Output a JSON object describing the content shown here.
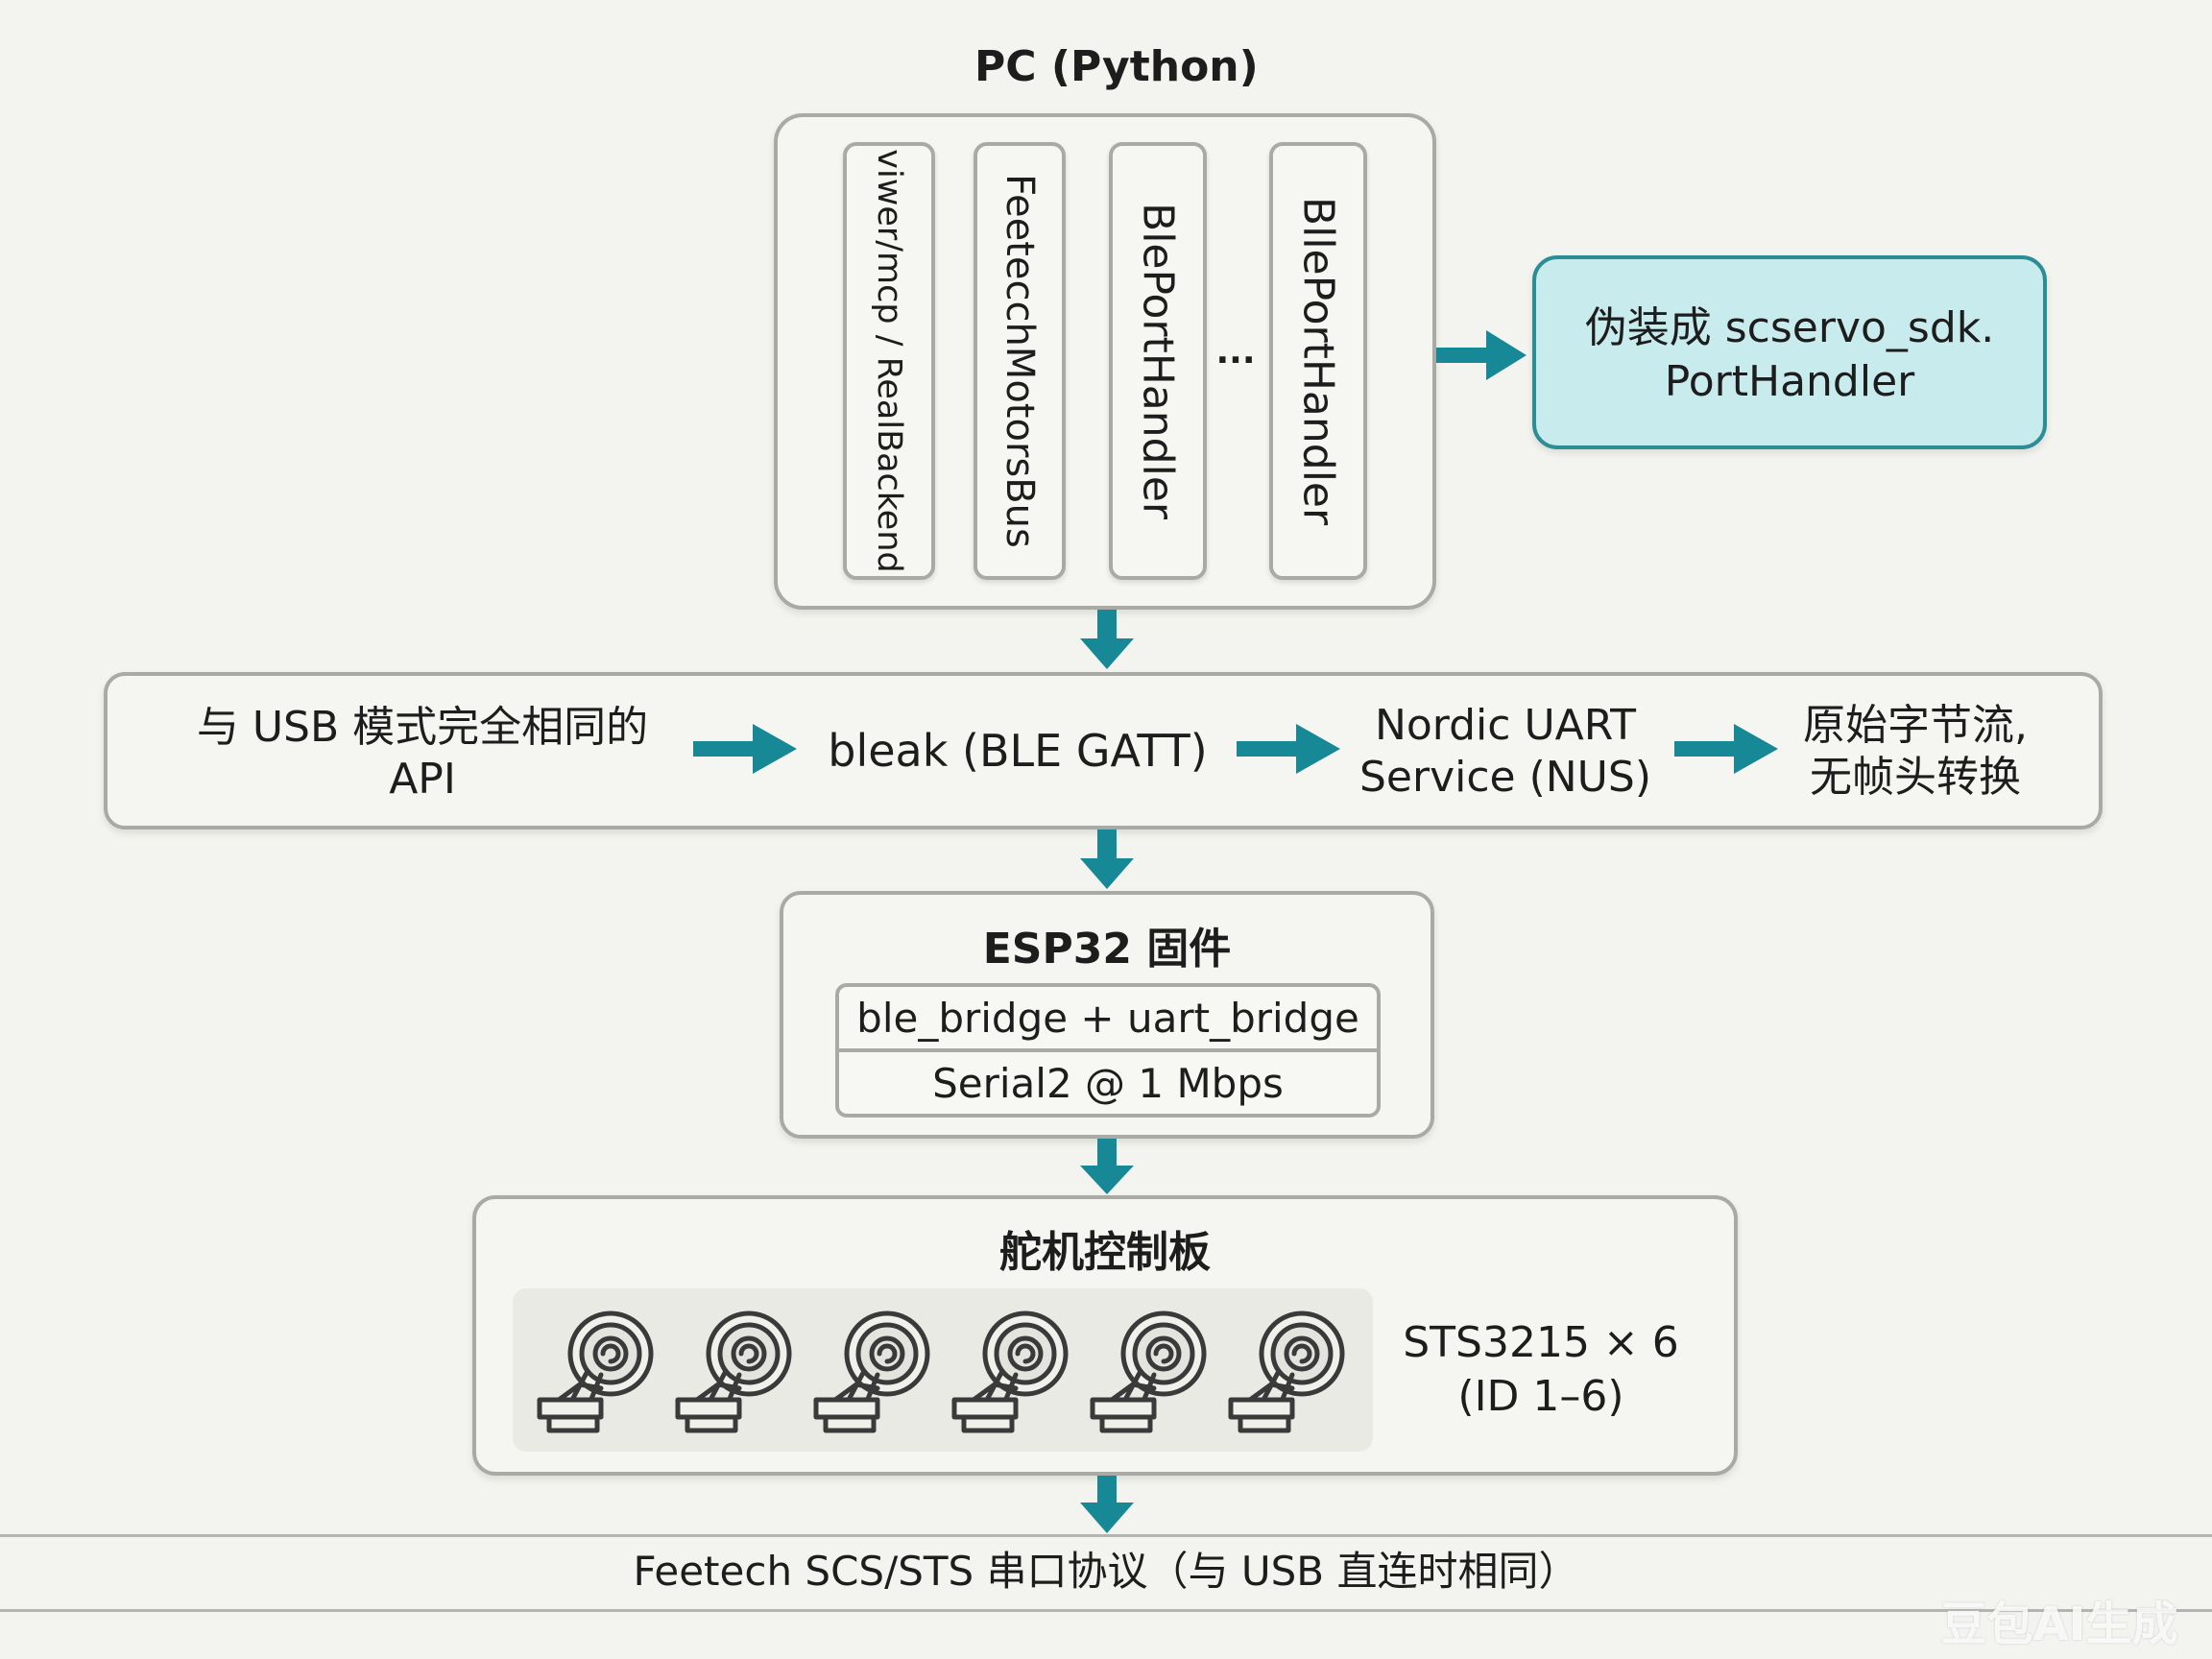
{
  "pc": {
    "title": "PC (Python)",
    "columns": [
      "viwer/mcp / RealBackend",
      "FeetecchMotorsBus",
      "BlePortHandler",
      "BllePortHandler"
    ],
    "ellipsis": "...",
    "adapter_line1": "伪装成 scservo_sdk.",
    "adapter_line2": "PortHandler"
  },
  "pipeline": {
    "step1_line1": "与 USB 模式完全相同的",
    "step1_line2": "API",
    "step2": "bleak (BLE GATT)",
    "step3_line1": "Nordic UART",
    "step3_line2": "Service (NUS)",
    "step4_line1": "原始字节流,",
    "step4_line2": "无帧头转换"
  },
  "esp32": {
    "title": "ESP32 固件",
    "row1": "ble_bridge + uart_bridge",
    "row2": "Serial2 @ 1 Mbps"
  },
  "servo_board": {
    "title": "舵机控制板",
    "servo_count": 6,
    "label_line1": "STS3215 × 6",
    "label_line2": "(ID 1–6)"
  },
  "footer": {
    "protocol": "Feetech SCS/STS 串口协议（与 USB 直连时相同）",
    "watermark": "豆包AI生成"
  },
  "colors": {
    "arrow": "#178896",
    "adapter_fill": "#c8ebee",
    "adapter_border": "#2b8e95"
  }
}
